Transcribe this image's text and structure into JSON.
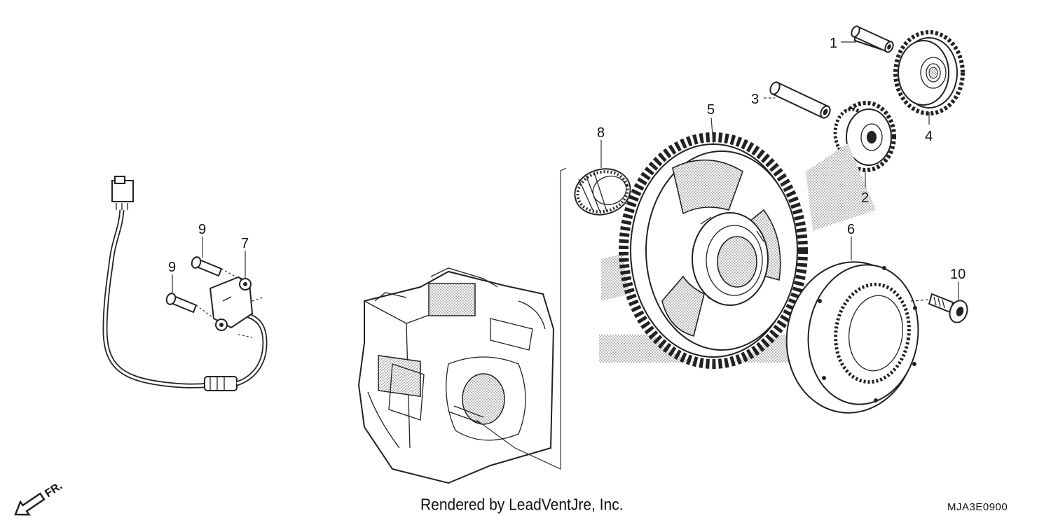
{
  "callouts": {
    "c1": "1",
    "c2": "2",
    "c3": "3",
    "c4": "4",
    "c5": "5",
    "c6": "6",
    "c7": "7",
    "c8": "8",
    "c9a": "9",
    "c9b": "9",
    "c10": "10"
  },
  "direction_label": "FR.",
  "credit": "Rendered by LeadVentJre, Inc.",
  "diagram_code": "MJA3E0900",
  "colors": {
    "ink": "#222222",
    "stipple": "#9a9a9a",
    "background": "#ffffff"
  }
}
